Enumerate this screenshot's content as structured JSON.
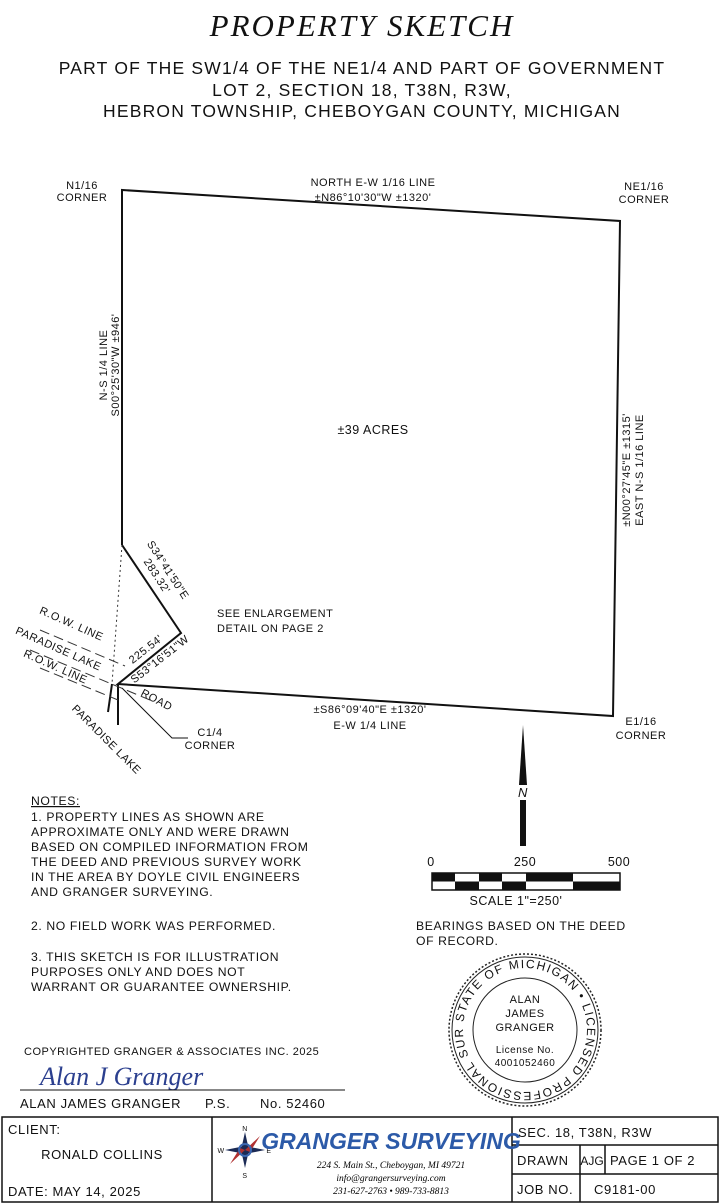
{
  "title": "PROPERTY SKETCH",
  "subtitle": [
    "PART OF THE SW1/4 OF THE NE1/4 AND PART OF GOVERNMENT",
    "LOT 2, SECTION 18, T38N, R3W,",
    "HEBRON TOWNSHIP, CHEBOYGAN COUNTY, MICHIGAN"
  ],
  "sketch": {
    "n116_corner": [
      "N1/16",
      "CORNER"
    ],
    "north_line": [
      "NORTH E-W 1/16 LINE",
      "±N86°10'30\"W ±1320'"
    ],
    "ne116_corner": [
      "NE1/16",
      "CORNER"
    ],
    "west_line": [
      "N-S 1/4 LINE",
      "S00°25'30\"W ±946'"
    ],
    "acres": "±39 ACRES",
    "east_line": [
      "±N00°27'45\"E ±1315'",
      "EAST N-S 1/16 LINE"
    ],
    "diag_line": [
      "S34°41'50\"E",
      "283.32'"
    ],
    "enlargement": [
      "SEE ENLARGEMENT",
      "DETAIL ON PAGE 2"
    ],
    "short_line": [
      "225.54'",
      "S53°16'51\"W"
    ],
    "row_line_1": "R.O.W. LINE",
    "paradise_lake_1": "PARADISE LAKE",
    "row_line_2": "R.O.W. LINE",
    "road": "ROAD",
    "paradise_lake_2": "PARADISE LAKE",
    "c14_corner": [
      "C1/4",
      "CORNER"
    ],
    "south_line": [
      "±S86°09'40\"E ±1320'",
      "E-W 1/4 LINE"
    ],
    "e116_corner": [
      "E1/16",
      "CORNER"
    ],
    "north_arrow": "N"
  },
  "scale": {
    "ticks": [
      "0",
      "250",
      "500"
    ],
    "label": "SCALE 1\"=250'"
  },
  "bearings": [
    "BEARINGS BASED ON THE DEED",
    "OF RECORD."
  ],
  "notes": {
    "heading": "NOTES:",
    "lines": [
      "1. PROPERTY LINES AS SHOWN ARE",
      "APPROXIMATE ONLY AND WERE DRAWN",
      "BASED ON COMPILED INFORMATION FROM",
      "THE DEED AND PREVIOUS SURVEY WORK",
      "IN THE AREA BY DOYLE CIVIL ENGINEERS",
      "AND GRANGER SURVEYING.",
      "2. NO FIELD WORK WAS PERFORMED.",
      "3. THIS SKETCH IS FOR ILLUSTRATION",
      "PURPOSES ONLY AND DOES NOT",
      "WARRANT OR GUARANTEE OWNERSHIP."
    ]
  },
  "seal": {
    "ring": "STATE OF MICHIGAN • LICENSED PROFESSIONAL SURVEYOR",
    "name": [
      "ALAN",
      "JAMES",
      "GRANGER"
    ],
    "license": [
      "License No.",
      "4001052460"
    ]
  },
  "copyright": "COPYRIGHTED GRANGER & ASSOCIATES INC. 2025",
  "signature": "Alan J Granger",
  "surveyor": {
    "name": "ALAN JAMES GRANGER",
    "ps": "P.S.",
    "number": "No. 52460"
  },
  "footer": {
    "client_label": "CLIENT:",
    "client": "RONALD COLLINS",
    "date": "DATE: MAY 14, 2025",
    "compass": [
      "N",
      "S",
      "W",
      "E"
    ],
    "company": "GRANGER SURVEYING",
    "address": "224 S. Main St., Cheboygan, MI 49721",
    "email": "info@grangersurveying.com",
    "phones": "231-627-2763  •  989-733-8813",
    "section": "SEC. 18, T38N, R3W",
    "drawn_label": "DRAWN",
    "drawn_by": "AJG",
    "page": "PAGE 1 OF 2",
    "job_label": "JOB NO.",
    "job": "C9181-00"
  }
}
